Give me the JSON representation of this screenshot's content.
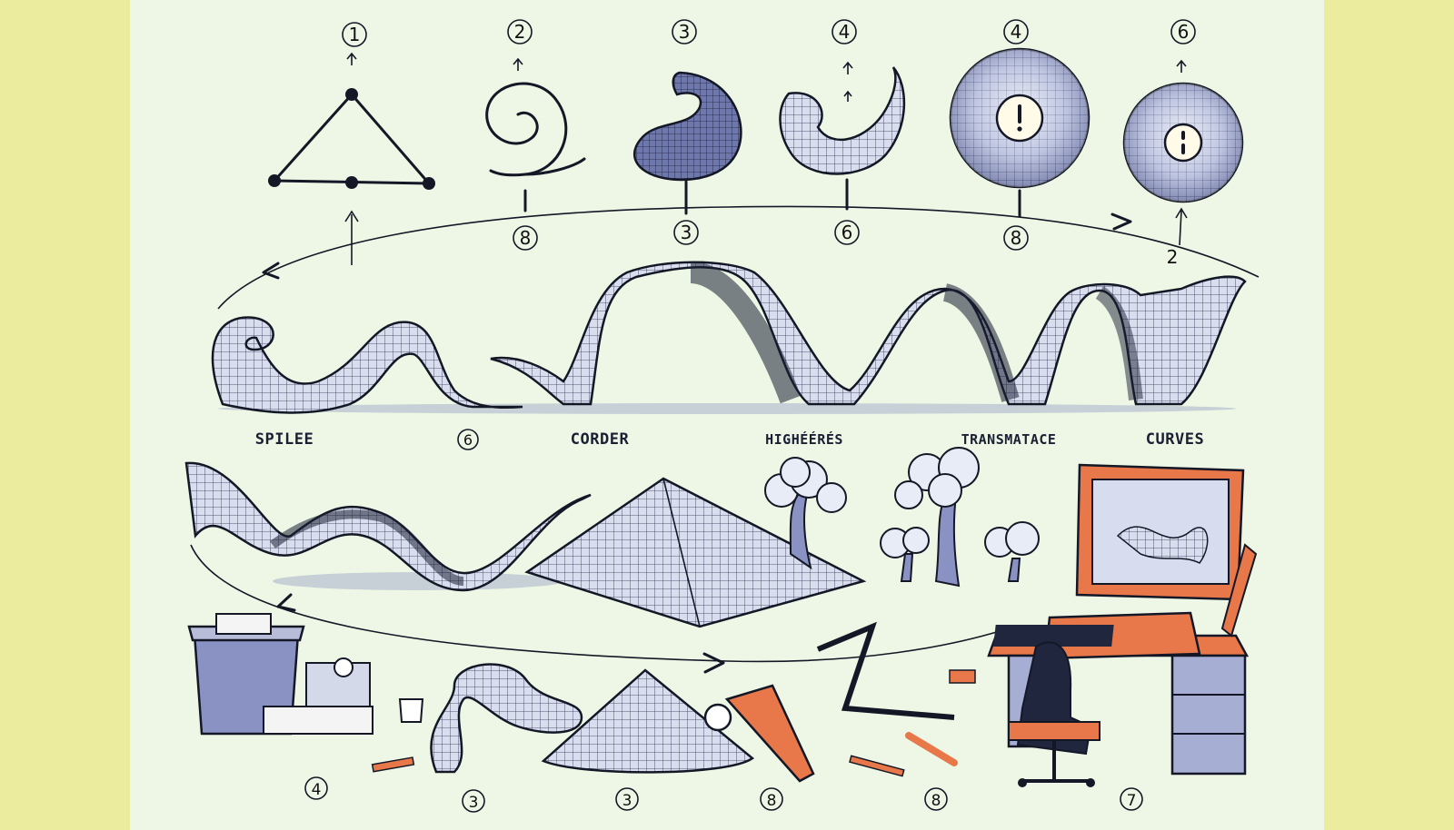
{
  "top_row": {
    "top_numbers": [
      "1",
      "2",
      "3",
      "4",
      "4",
      "6"
    ],
    "bottom_numbers": [
      "8",
      "3",
      "6",
      "8",
      "2"
    ]
  },
  "ribbon_labels": [
    "SPILEE",
    "6",
    "CORDER",
    "HIGHÉÉRÉS",
    "TRANSMATACE",
    "CURVES"
  ],
  "bottom_numbers": [
    "4",
    "3",
    "3",
    "8",
    "8",
    "7"
  ],
  "colors": {
    "background": "#eef7e6",
    "side_band": "#ecec9f",
    "ink": "#141826",
    "mesh_fill": "#7c86b8",
    "accent_orange": "#e8774a"
  }
}
